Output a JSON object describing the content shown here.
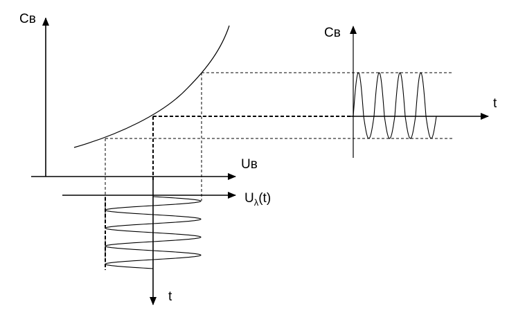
{
  "labels": {
    "left_y_axis": "Cв",
    "left_x_axis": "Uв",
    "input_axis": "Uλ(t)",
    "input_axis_main": "U",
    "input_axis_sub": "λ",
    "input_axis_arg": "(t)",
    "bottom_time_axis": "t",
    "right_y_axis": "Cв",
    "right_time_axis": "t"
  }
}
